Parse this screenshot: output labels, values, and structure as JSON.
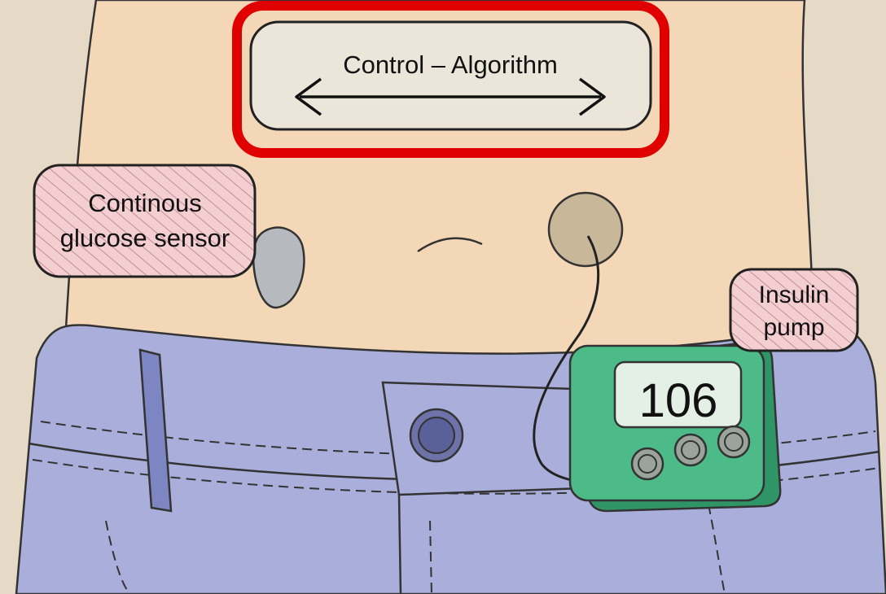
{
  "labels": {
    "control_algorithm": "Control – Algorithm",
    "cgm_line1": "Continous",
    "cgm_line2": "glucose sensor",
    "pump_line1": "Insulin",
    "pump_line2": "pump",
    "pump_reading": "106"
  },
  "colors": {
    "skin": "#f3d7b6",
    "background": "#e6d9c6",
    "jeans": "#a9afda",
    "pump": "#4dbb88",
    "label_fill": "#f4cfd2",
    "highlight": "#e00000"
  }
}
